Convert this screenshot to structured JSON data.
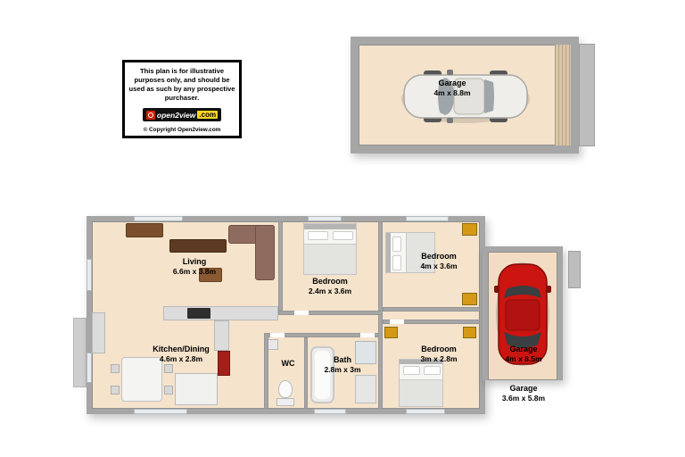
{
  "disclaimer": {
    "text": "This plan is for illustrative purposes only, and should be used as such by any prospective purchaser.",
    "logo": {
      "icon": "camera-icon",
      "name": "open2view",
      "tld": ".com"
    },
    "copyright": "© Copyright Open2view.com"
  },
  "detached_garage": {
    "label": "Garage",
    "dims": "4m x 8.8m"
  },
  "house": {
    "rooms": {
      "living": {
        "label": "Living",
        "dims": "6.6m x 3.8m"
      },
      "kitchen_dining": {
        "label": "Kitchen/Dining",
        "dims": "4.6m x 2.8m"
      },
      "bedroom_mid": {
        "label": "Bedroom",
        "dims": "2.4m x 3.6m"
      },
      "bedroom_top_right": {
        "label": "Bedroom",
        "dims": "4m x 3.6m"
      },
      "bedroom_bottom_right": {
        "label": "Bedroom",
        "dims": "3m x 2.8m"
      },
      "wc": {
        "label": "WC",
        "dims": ""
      },
      "bath": {
        "label": "Bath",
        "dims": "2.8m x 3m"
      }
    }
  },
  "attached_garage": {
    "label": "Garage",
    "dims": "4m x 8.5m"
  },
  "attached_garage_exterior": {
    "label": "Garage",
    "dims": "3.6m x 5.8m"
  },
  "colors": {
    "floor": "#f5e3cb",
    "wall": "#a6a6a6",
    "red_car": "#cc1410",
    "white_car": "#efeeea",
    "wardrobe_accent": "#d49a16",
    "logo_yellow": "#ffd61f",
    "logo_red": "#cc2200"
  }
}
